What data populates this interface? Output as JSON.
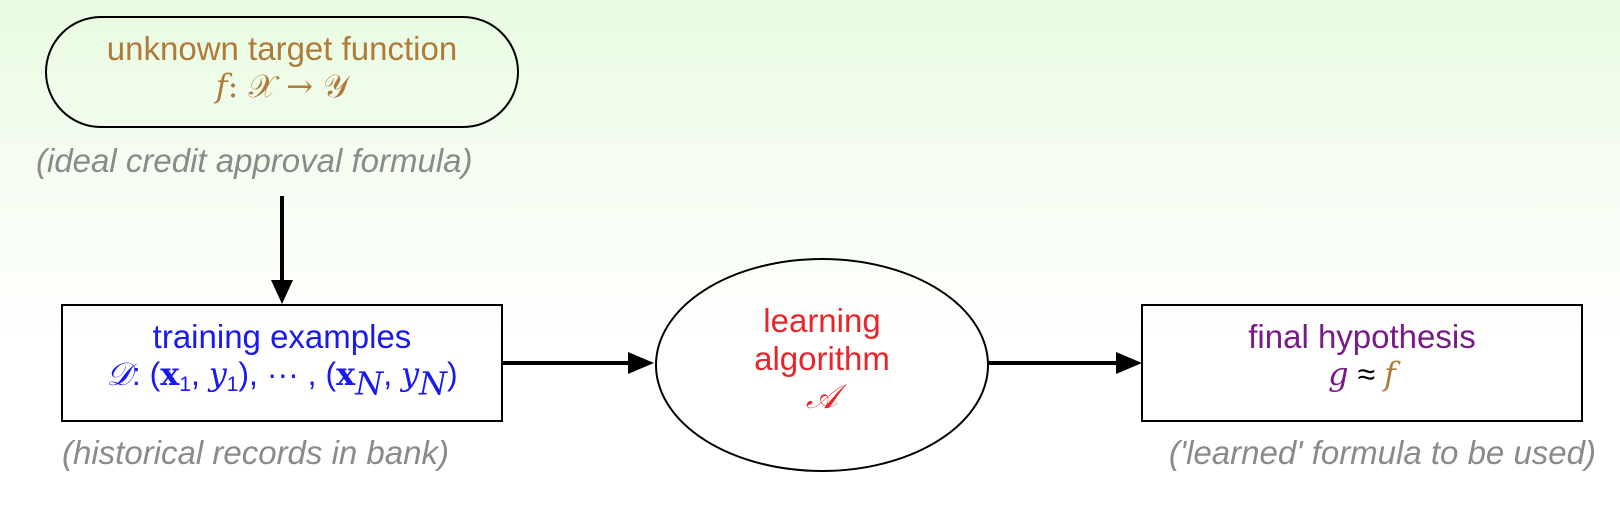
{
  "colors": {
    "target": "#b07a3a",
    "training": "#1a1aee",
    "algorithm": "#e8252b",
    "hypothesis": "#7a1a8a",
    "caption": "#8a8a8a"
  },
  "target": {
    "title": "unknown target function",
    "formula_f": "f",
    "formula_rest": ": 𝒳 → 𝒴",
    "caption": "(ideal credit approval formula)"
  },
  "training": {
    "title": "training examples",
    "D": "𝒟",
    "formula_open": ": (",
    "x": "x",
    "sub1": "1",
    "mid1": ", ",
    "y": "y",
    "mid2": "), ··· , (",
    "subN": "N",
    "close": ")",
    "caption": "(historical records in bank)"
  },
  "algorithm": {
    "line1": "learning",
    "line2": "algorithm",
    "symbol": "𝒜"
  },
  "hypothesis": {
    "title": "final hypothesis",
    "g": "g",
    "approx": " ≈ ",
    "f": "f",
    "caption": "('learned' formula to be used)"
  }
}
